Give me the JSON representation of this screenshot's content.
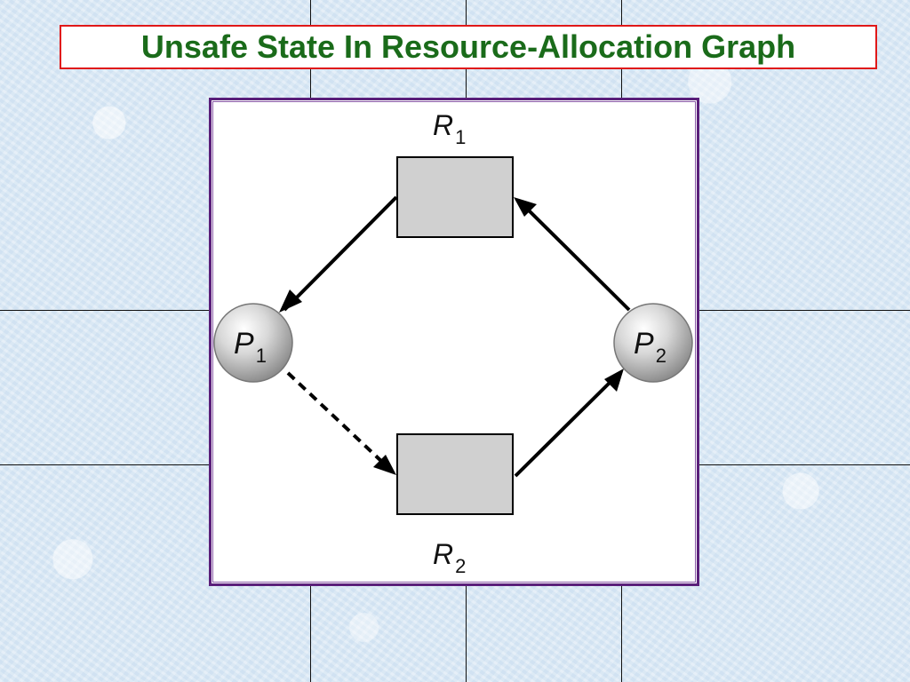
{
  "title": "Unsafe State In Resource-Allocation Graph",
  "colors": {
    "title_text": "#1a6b1a",
    "title_border": "#e01818",
    "frame_border": "#5a1f7a",
    "resource_fill": "#d0d0d0"
  },
  "diagram": {
    "resources": [
      {
        "id": "R1",
        "letter": "R",
        "subscript": "1"
      },
      {
        "id": "R2",
        "letter": "R",
        "subscript": "2"
      }
    ],
    "processes": [
      {
        "id": "P1",
        "letter": "P",
        "subscript": "1"
      },
      {
        "id": "P2",
        "letter": "P",
        "subscript": "2"
      }
    ],
    "edges": [
      {
        "from": "R1",
        "to": "P1",
        "style": "solid"
      },
      {
        "from": "P2",
        "to": "R1",
        "style": "solid"
      },
      {
        "from": "R2",
        "to": "P2",
        "style": "solid"
      },
      {
        "from": "P1",
        "to": "R2",
        "style": "dashed"
      }
    ]
  }
}
